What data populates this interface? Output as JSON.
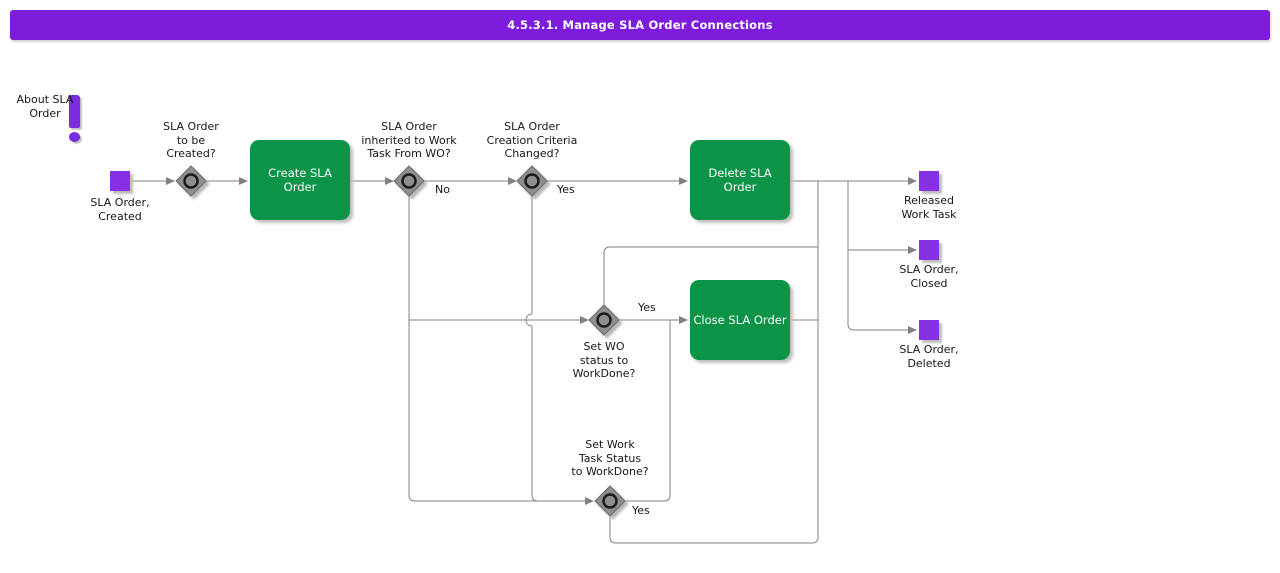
{
  "header": {
    "title": "4.5.3.1. Manage SLA Order Connections"
  },
  "about": {
    "label": "About SLA\nOrder"
  },
  "nodes": {
    "start": {
      "label": "SLA Order,\nCreated"
    },
    "d1": {
      "question": "SLA Order\nto be\nCreated?"
    },
    "create": {
      "label": "Create SLA\nOrder"
    },
    "d2": {
      "question": "SLA Order\ninherited to Work\nTask From WO?",
      "branch_label": "No"
    },
    "d3": {
      "question": "SLA Order\nCreation Criteria\nChanged?",
      "branch_label": "Yes"
    },
    "delete": {
      "label": "Delete SLA\nOrder"
    },
    "released": {
      "label": "Released\nWork Task"
    },
    "d4": {
      "question": "Set WO\nstatus to\nWorkDone?",
      "branch_label": "Yes"
    },
    "close": {
      "label": "Close SLA Order"
    },
    "closed": {
      "label": "SLA Order,\nClosed"
    },
    "d5": {
      "question": "Set Work\nTask Status\nto WorkDone?",
      "branch_label": "Yes"
    },
    "deleted": {
      "label": "SLA Order,\nDeleted"
    }
  },
  "colors": {
    "header_purple": "#7d1cdb",
    "node_purple": "#8631e3",
    "task_green": "#0b9447",
    "line_gray": "#828282",
    "diamond_gray": "#8f8f8f"
  }
}
